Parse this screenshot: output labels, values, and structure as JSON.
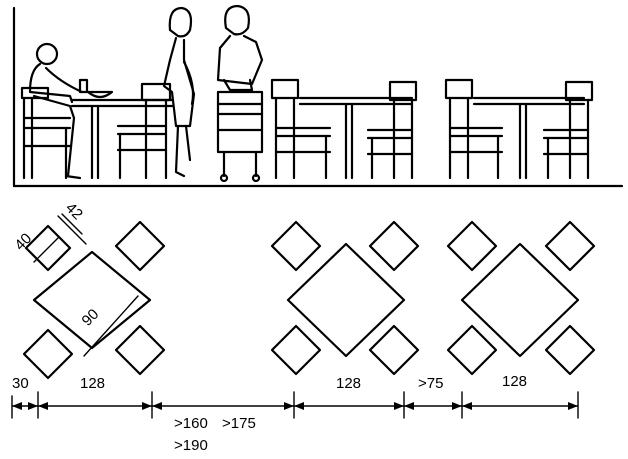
{
  "dimensions": {
    "chair_width": "40",
    "chair_depth": "42",
    "table_diagonal": "90",
    "edge_offset": "30",
    "group_width_1": "128",
    "group_width_2": "128",
    "group_width_3": "128",
    "gap_between_groups": ">75",
    "aisle_min": ">160",
    "aisle_mid": ">175",
    "aisle_max": ">190"
  }
}
